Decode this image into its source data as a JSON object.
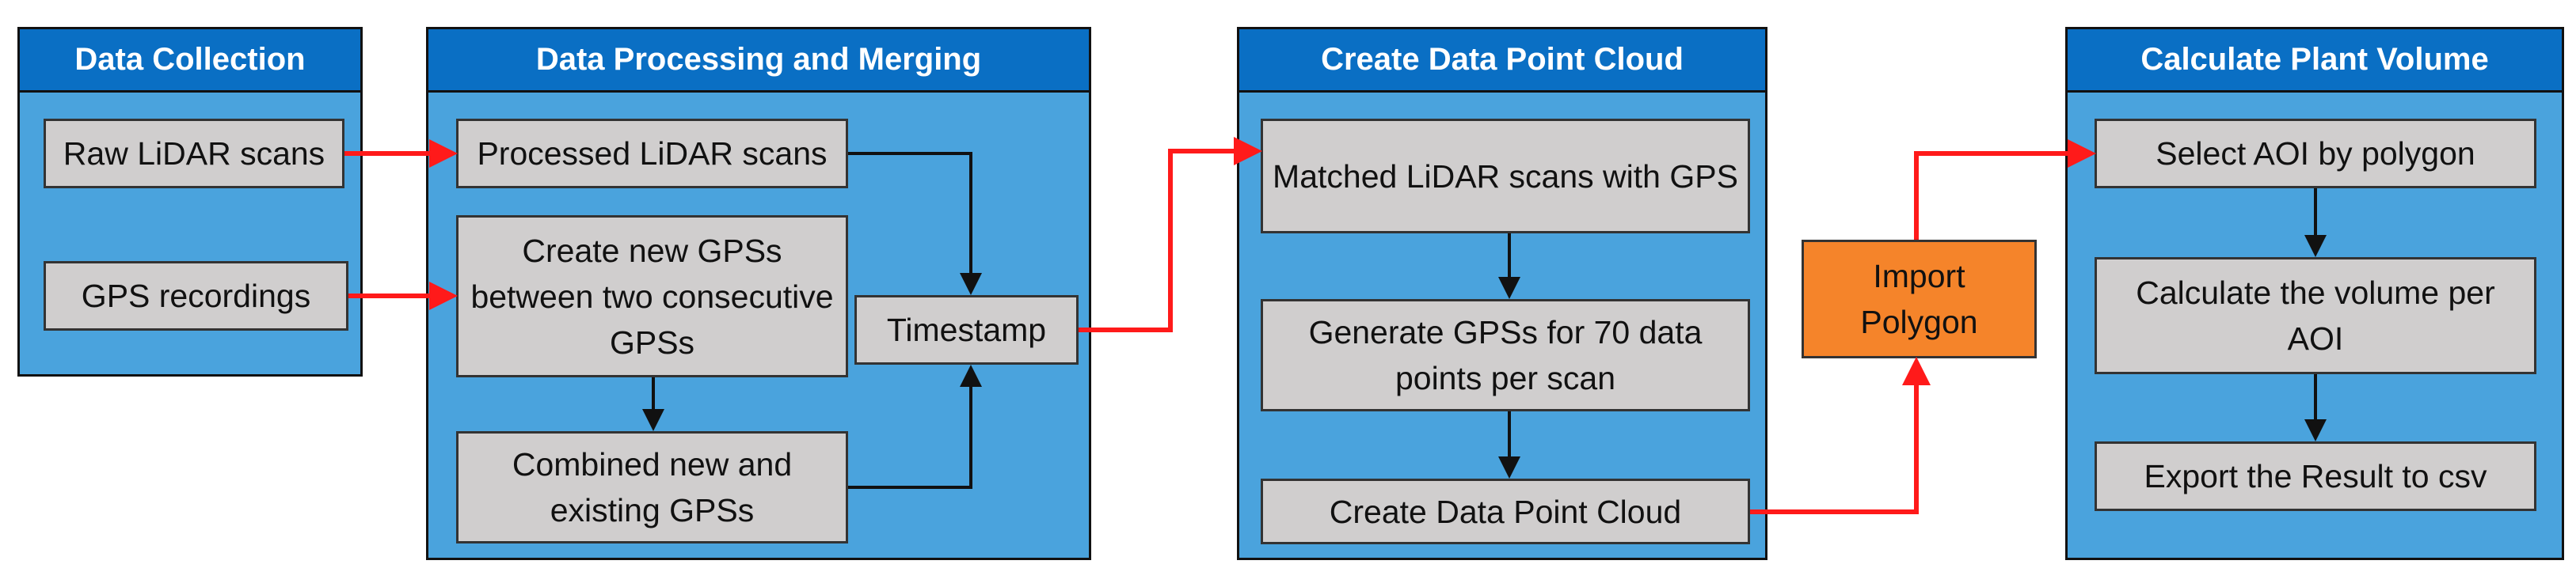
{
  "panels": {
    "collection": {
      "title": "Data Collection"
    },
    "processing": {
      "title": "Data Processing and Merging"
    },
    "cloud": {
      "title": "Create Data Point Cloud"
    },
    "volume": {
      "title": "Calculate Plant Volume"
    }
  },
  "nodes": {
    "raw_lidar": "Raw LiDAR scans",
    "gps_recordings": "GPS recordings",
    "processed_lidar": "Processed LiDAR scans",
    "create_new_gps": "Create new GPSs between two consecutive GPSs",
    "combined_gps": "Combined new and existing GPSs",
    "timestamp": "Timestamp",
    "matched_lidar": "Matched LiDAR scans with GPS",
    "generate_gps": "Generate GPSs for 70 data points per scan",
    "create_cloud": "Create Data Point Cloud",
    "import_polygon": "Import Polygon",
    "select_aoi": "Select AOI by polygon",
    "calc_volume": "Calculate the volume per AOI",
    "export_result": "Export the Result to csv"
  },
  "colors": {
    "panel_fill": "#4aa3dd",
    "header_fill": "#0a6fc4",
    "node_fill": "#d0cece",
    "highlight_node_fill": "#f5842a",
    "red_connector": "#ff1a1a",
    "black_connector": "#111111"
  }
}
